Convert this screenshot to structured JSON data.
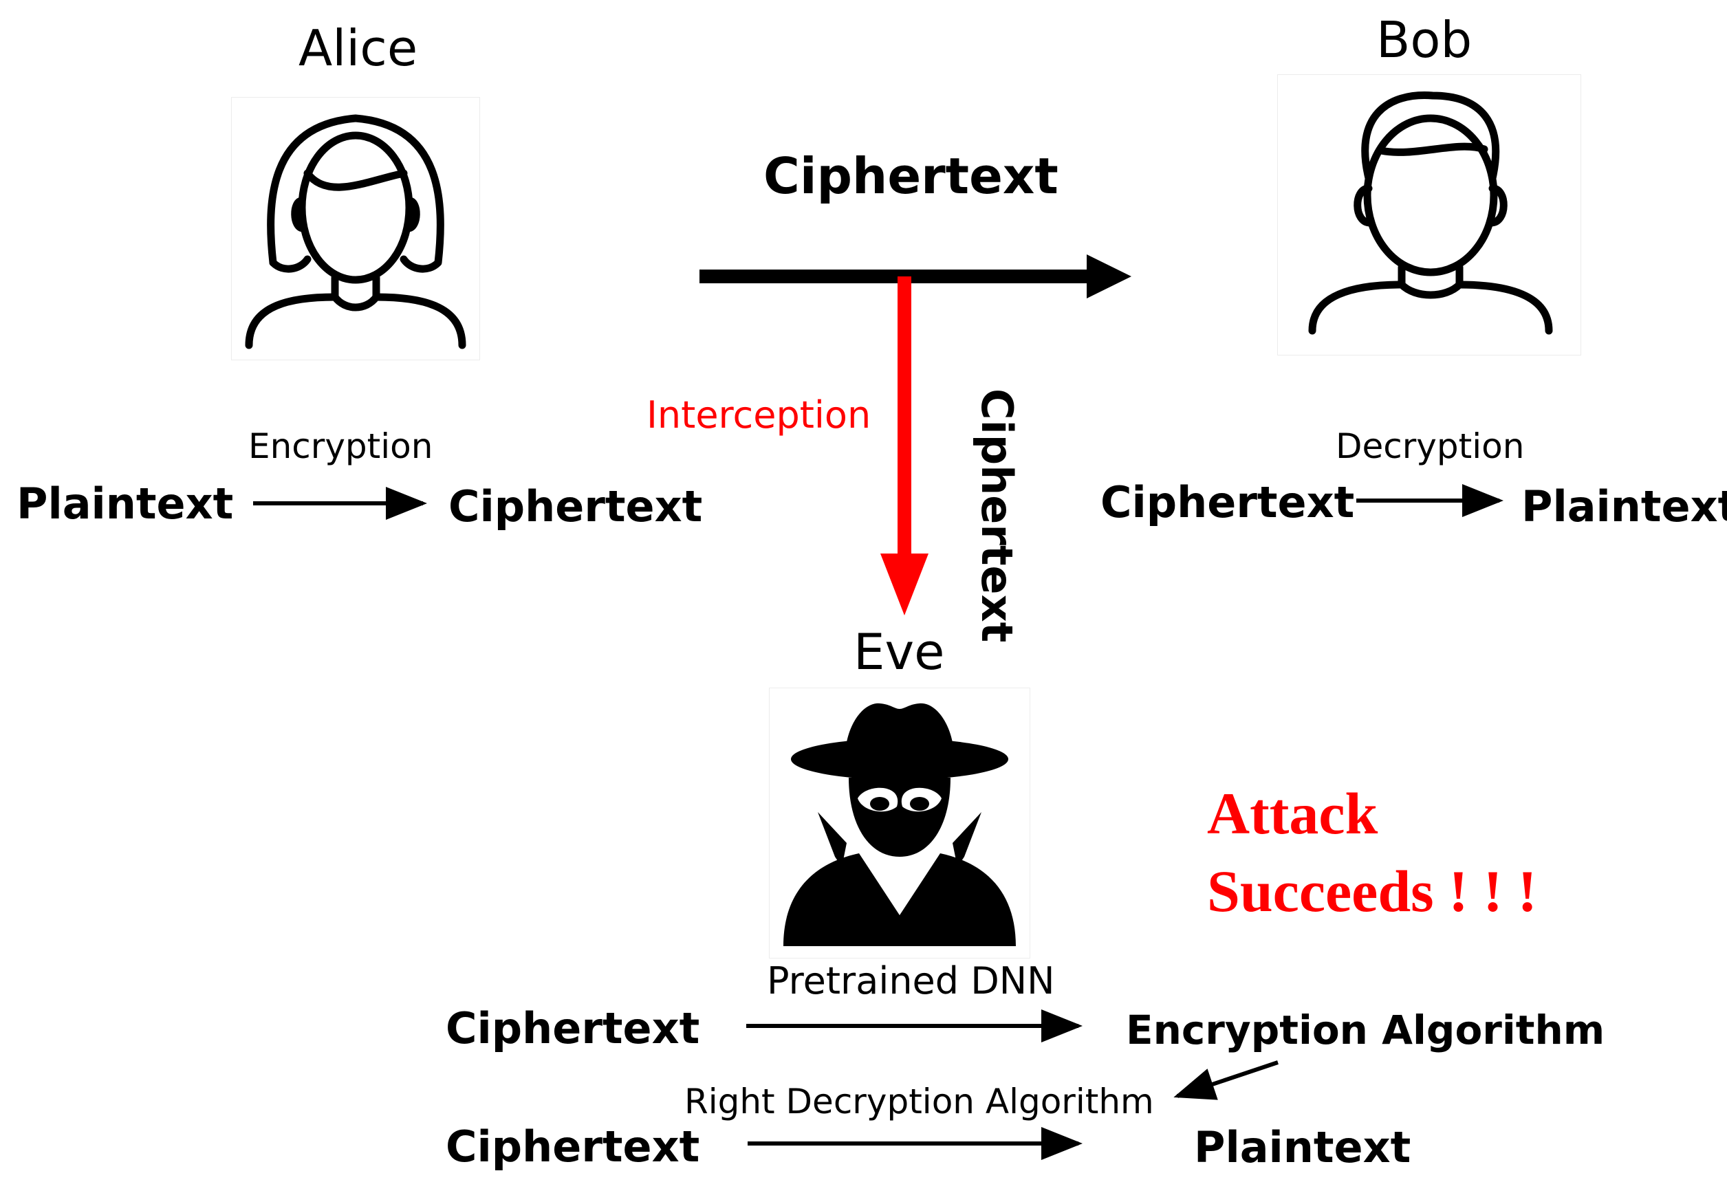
{
  "alice": {
    "name": "Alice",
    "process": {
      "from": "Plaintext",
      "arrow_label": "Encryption",
      "to": "Ciphertext"
    }
  },
  "bob": {
    "name": "Bob",
    "process": {
      "from": "Ciphertext",
      "arrow_label": "Decryption",
      "to": "Plaintext"
    }
  },
  "channel": {
    "label": "Ciphertext",
    "interception_label": "Interception",
    "intercepted_label": "Ciphertext"
  },
  "eve": {
    "name": "Eve",
    "step1": {
      "from": "Ciphertext",
      "arrow_label": "Pretrained DNN",
      "to": "Encryption Algorithm"
    },
    "step2": {
      "from": "Ciphertext",
      "arrow_label": "Right Decryption Algorithm",
      "to": "Plaintext"
    }
  },
  "result": {
    "line1": "Attack",
    "line2": "Succeeds ! ! !"
  },
  "colors": {
    "ink": "#000000",
    "alert": "#ff0000"
  },
  "icons": {
    "alice": "woman-avatar-icon",
    "bob": "man-avatar-icon",
    "eve": "spy-hat-icon"
  }
}
